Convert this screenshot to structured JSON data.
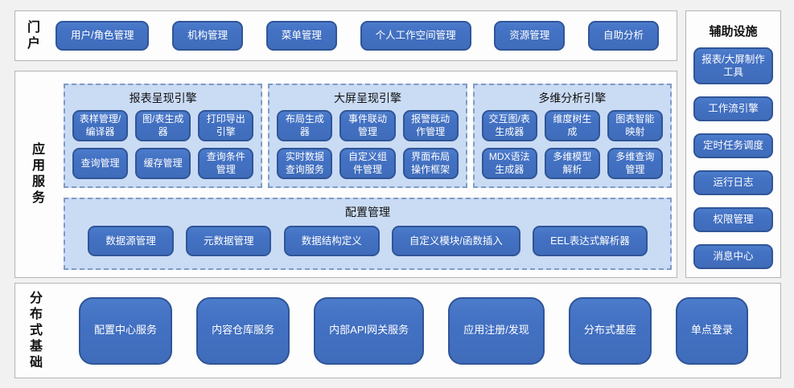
{
  "colors": {
    "button_fill": "#4472c4",
    "button_border": "#2f5597",
    "panel_fill": "#cadbf4",
    "panel_dashed_border": "#7f9bc6",
    "section_border": "#b5b5b5",
    "page_background": "#f1f1f1",
    "button_text": "#ffffff",
    "label_text": "#111111"
  },
  "portal": {
    "label": "门户",
    "items": [
      "用户/角色管理",
      "机构管理",
      "菜单管理",
      "个人工作空间管理",
      "资源管理",
      "自助分析"
    ]
  },
  "app_services": {
    "label": "应用服务",
    "engines": [
      {
        "title": "报表呈现引擎",
        "items": [
          "表样管理/编译器",
          "图/表生成器",
          "打印导出引擎",
          "查询管理",
          "缓存管理",
          "查询条件管理"
        ]
      },
      {
        "title": "大屏呈现引擎",
        "items": [
          "布局生成器",
          "事件联动管理",
          "报警既动作管理",
          "实时数据查询服务",
          "自定义组件管理",
          "界面布局操作框架"
        ]
      },
      {
        "title": "多维分析引擎",
        "items": [
          "交互图/表生成器",
          "维度树生成",
          "图表智能映射",
          "MDX语法生成器",
          "多维模型解析",
          "多维查询管理"
        ]
      }
    ],
    "config": {
      "title": "配置管理",
      "items": [
        "数据源管理",
        "元数据管理",
        "数据结构定义",
        "自定义模块/函数插入",
        "EEL表达式解析器"
      ]
    }
  },
  "auxiliary": {
    "title": "辅助设施",
    "items": [
      "报表/大屏制作工具",
      "工作流引擎",
      "定时任务调度",
      "运行日志",
      "权限管理",
      "消息中心"
    ]
  },
  "distributed": {
    "label": "分布式基础",
    "items": [
      "配置中心服务",
      "内容仓库服务",
      "内部API网关服务",
      "应用注册/发现",
      "分布式基座",
      "单点登录"
    ]
  }
}
